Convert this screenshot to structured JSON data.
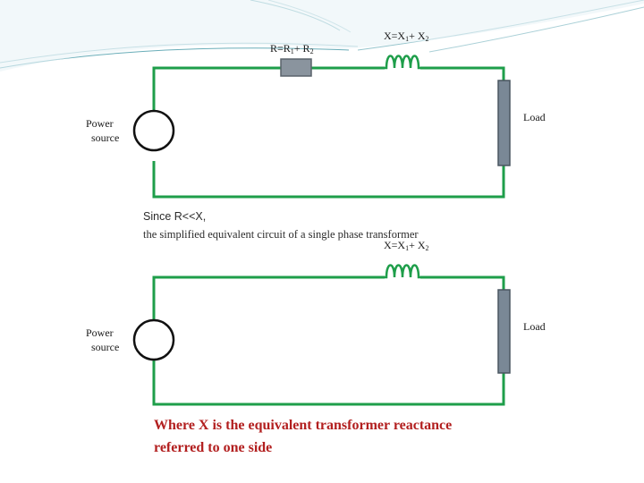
{
  "circuit1": {
    "r_label": {
      "prefix": "R=R",
      "s1": "1",
      "mid": "+ R",
      "s2": "2"
    },
    "x_label": {
      "prefix": "X=X",
      "s1": "1",
      "mid": "+ X",
      "s2": "2"
    },
    "source_label_line1": "Power",
    "source_label_line2": "source",
    "load_label": "Load"
  },
  "since_text": "Since  R<<X,",
  "simplified_text": "the simplified equivalent circuit of a single phase transformer",
  "circuit2": {
    "x_label": {
      "prefix": "X=X",
      "s1": "1",
      "mid": "+ X",
      "s2": "2"
    },
    "source_label_line1": "Power",
    "source_label_line2": "source",
    "load_label": "Load"
  },
  "conclusion_line1": "Where X is the equivalent transformer reactance",
  "conclusion_line2": "referred to one side",
  "colors": {
    "wire": "#1e9e4a",
    "load": "#7a8896",
    "resistor": "#8a949e",
    "accent_teal": "#2a8a9a",
    "conclusion": "#b21f1f"
  }
}
